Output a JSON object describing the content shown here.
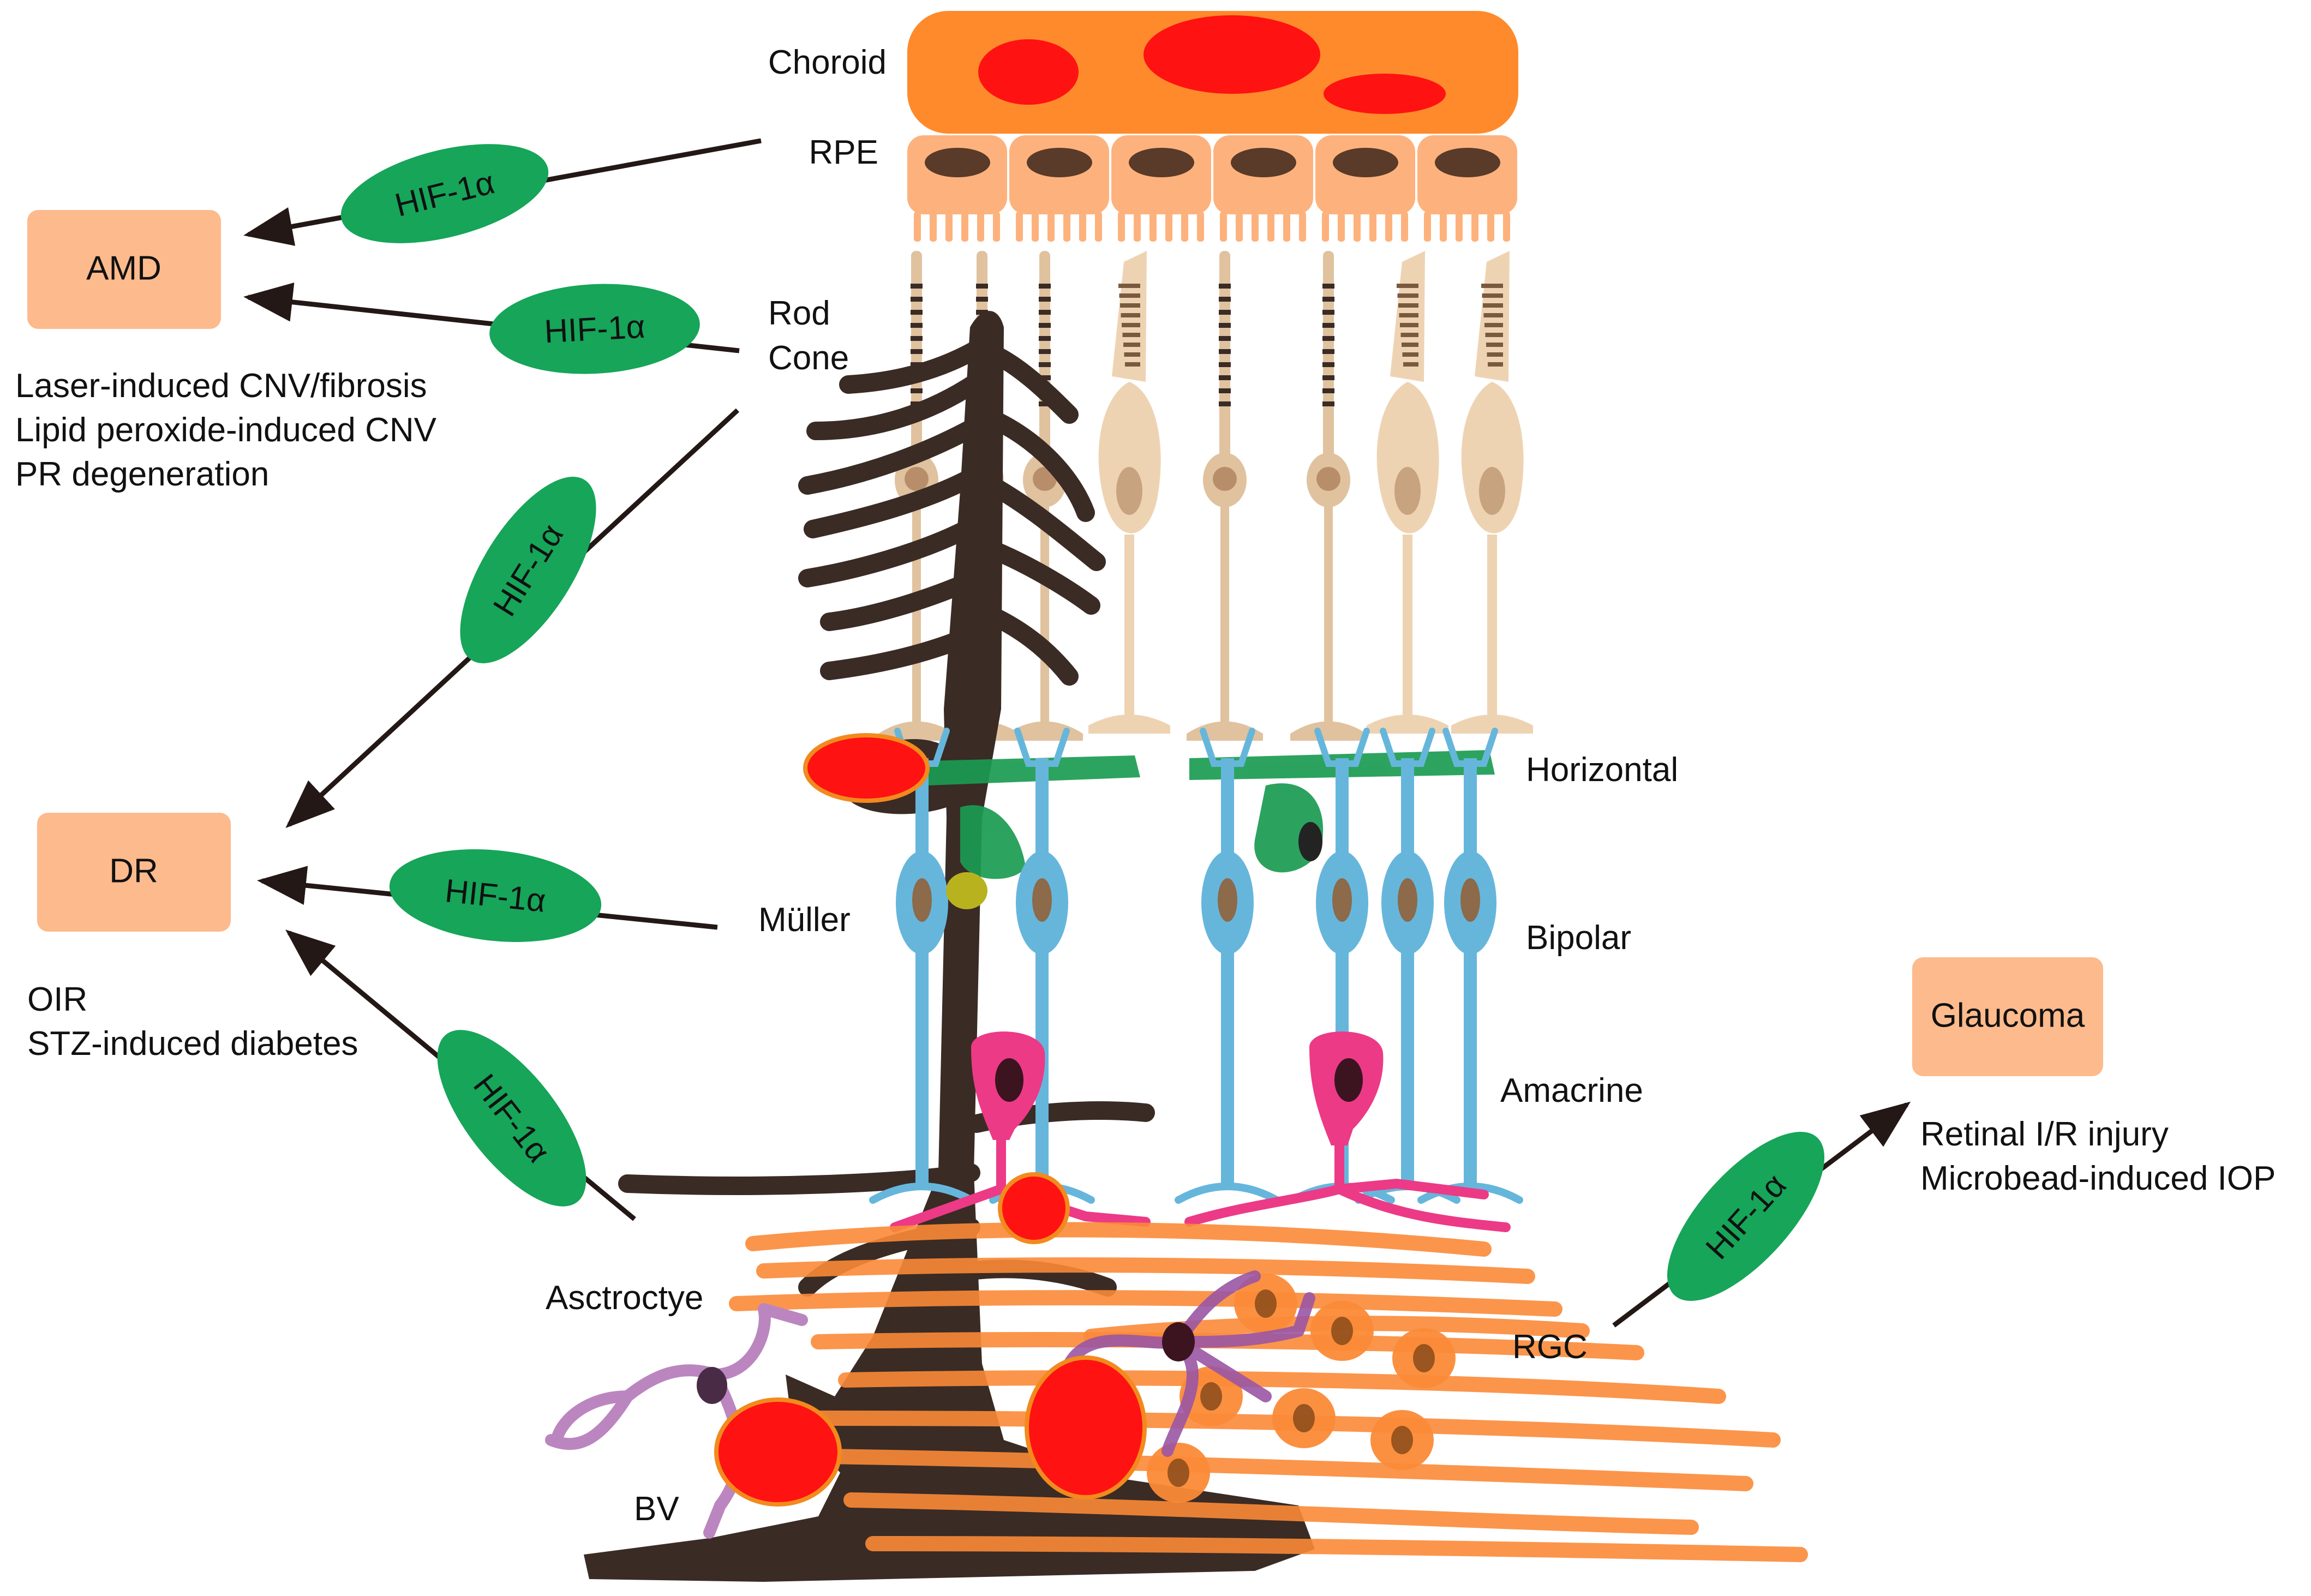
{
  "colors": {
    "background": "#ffffff",
    "choroid": "#fe8a2b",
    "vessel": "#ff1212",
    "rpe": "#fdb27d",
    "rpe_nucleus": "#5a3a28",
    "rod": "#e0c29f",
    "cone": "#eed3b3",
    "photoreceptor_nucleus": "#b88e6a",
    "muller": "#3a2b25",
    "horizontal": "#1b9b52",
    "bipolar": "#66b6dc",
    "bipolar_nucleus": "#8c6a4a",
    "amacrine": "#ec3a86",
    "amacrine_nucleus": "#3b1420",
    "astrocyte": "#bb86c0",
    "microglia": "#9a55a3",
    "rgc": "#fb8a37",
    "hif": "#16a559",
    "disease_box": "#fdba8c",
    "arrow": "#231815"
  },
  "layers": {
    "choroid": "Choroid",
    "rpe": "RPE",
    "rod": "Rod",
    "cone": "Cone",
    "horizontal": "Horizontal",
    "muller": "Müller",
    "bipolar": "Bipolar",
    "amacrine": "Amacrine",
    "astrocyte": "Asctroctye",
    "rgc": "RGC",
    "bv": "BV"
  },
  "hif_label": "HIF-1α",
  "diseases": {
    "amd": {
      "name": "AMD",
      "models": [
        "Laser-induced CNV/fibrosis",
        "Lipid peroxide-induced CNV",
        "PR degeneration"
      ]
    },
    "dr": {
      "name": "DR",
      "models": [
        "OIR",
        "STZ-induced diabetes"
      ]
    },
    "glaucoma": {
      "name": "Glaucoma",
      "models": [
        "Retinal I/R injury",
        "Microbead-induced IOP"
      ]
    }
  }
}
